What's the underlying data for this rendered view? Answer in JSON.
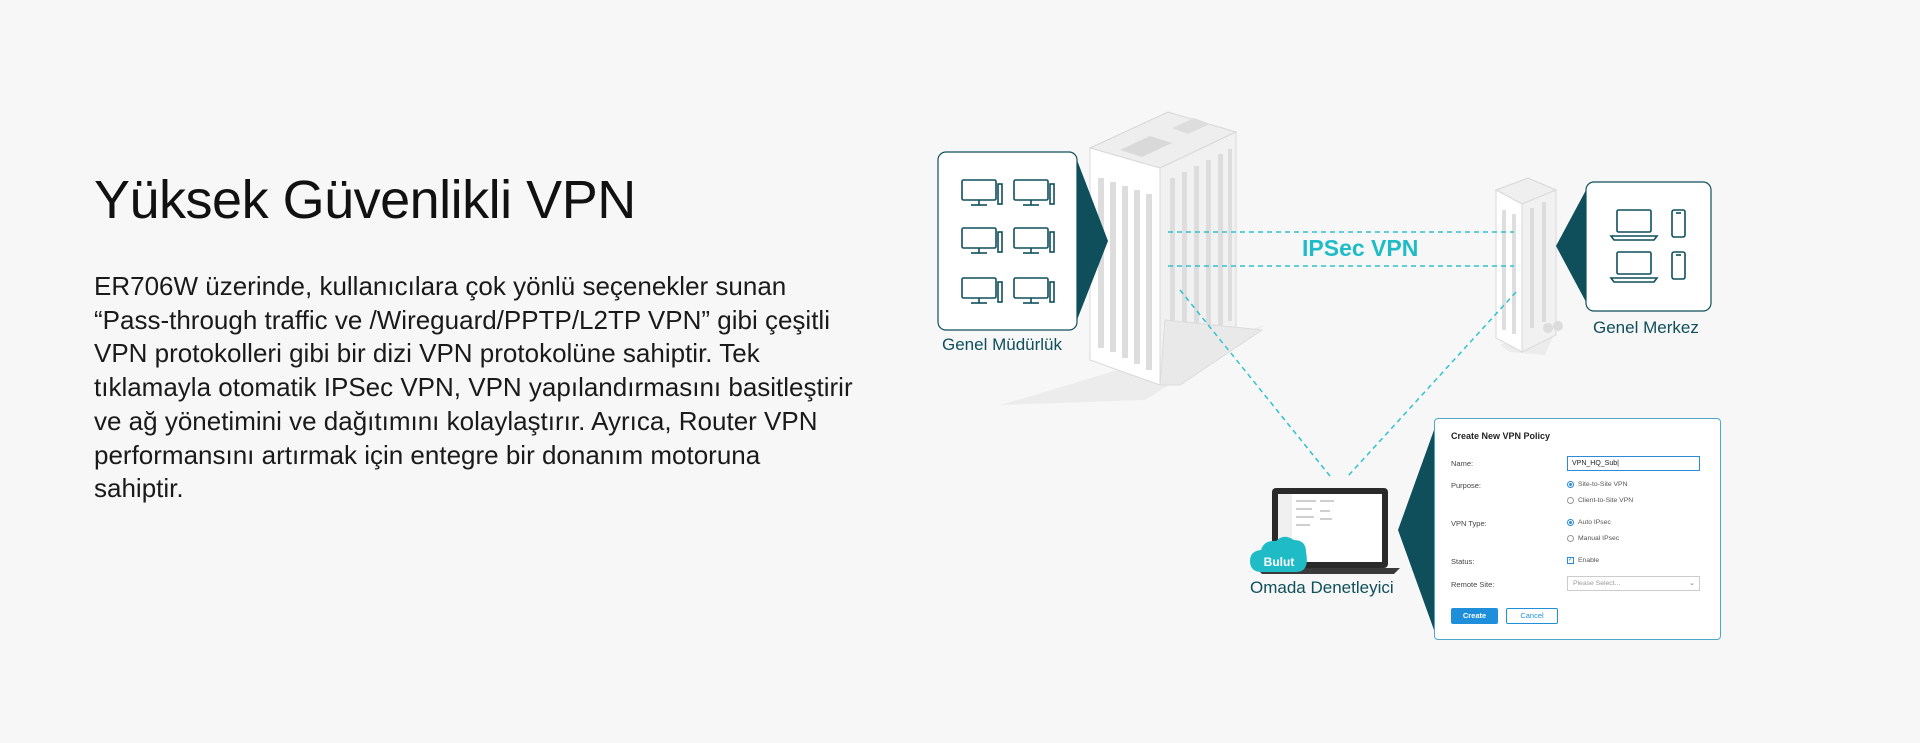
{
  "heading": "Yüksek Güvenlikli VPN",
  "description": "ER706W üzerinde, kullanıcılara çok yönlü seçenekler sunan “Pass-through traffic ve /Wireguard/PPTP/L2TP VPN” gibi çeşitli VPN protokolleri gibi bir dizi VPN protokolüne sahiptir. Tek tıklamayla otomatik IPSec VPN, VPN yapılandırmasını basitleştirir ve ağ yönetimini ve dağıtımını kolaylaştırır. Ayrıca, Router VPN performansını artırmak için entegre bir donanım motoruna sahiptir.",
  "diagram": {
    "hq_label": "Genel Müdürlük",
    "branch_label": "Genel Merkez",
    "tunnel_label": "IPSec VPN",
    "controller_label": "Omada Denetleyici",
    "cloud_badge": "Bulut",
    "colors": {
      "accent": "#1fbcc8",
      "label": "#0e4f5b",
      "arrow": "#0e4f5b",
      "panel_border": "#4fa7c8"
    },
    "icons": {
      "hq_devices": "desktop-monitor-icon",
      "branch_laptop": "laptop-icon",
      "branch_phone": "smartphone-icon"
    }
  },
  "vpn_policy": {
    "title": "Create New VPN Policy",
    "name_label": "Name:",
    "name_value": "VPN_HQ_Sub|",
    "purpose_label": "Purpose:",
    "purpose_options": [
      "Site-to-Site VPN",
      "Client-to-Site VPN"
    ],
    "purpose_selected": "Site-to-Site VPN",
    "vpn_type_label": "VPN Type:",
    "vpn_type_options": [
      "Auto IPsec",
      "Manual IPsec"
    ],
    "vpn_type_selected": "Auto IPsec",
    "status_label": "Status:",
    "status_checkbox_label": "Enable",
    "status_checked": true,
    "remote_site_label": "Remote Site:",
    "remote_site_placeholder": "Please Select...",
    "create_button": "Create",
    "cancel_button": "Cancel"
  }
}
